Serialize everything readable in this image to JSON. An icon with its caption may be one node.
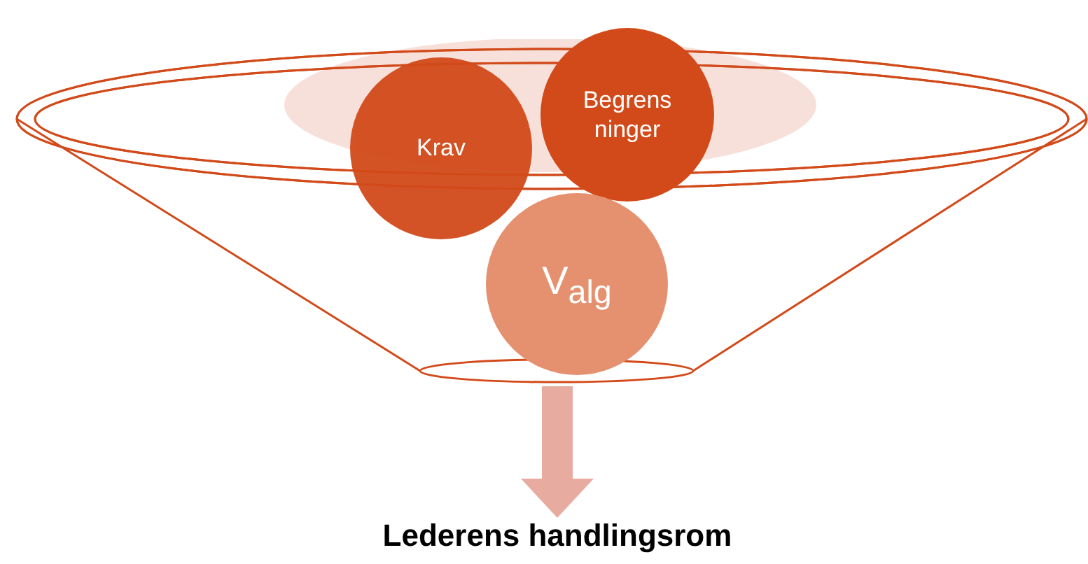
{
  "diagram": {
    "nodes": [
      {
        "text": [],
        "shape": "funnel"
      },
      {
        "text": [
          "Krav"
        ],
        "in": 0
      },
      {
        "text": [
          "Begrens ninger"
        ],
        "in": 0
      },
      {
        "text": [
          "V$_{alg}$"
        ],
        "in": 0
      },
      {
        "text": [
          "Lederens handlingsrom"
        ]
      }
    ],
    "edges": [
      {
        "from": 0,
        "to": 4,
        "arrow": "to"
      }
    ]
  }
}
